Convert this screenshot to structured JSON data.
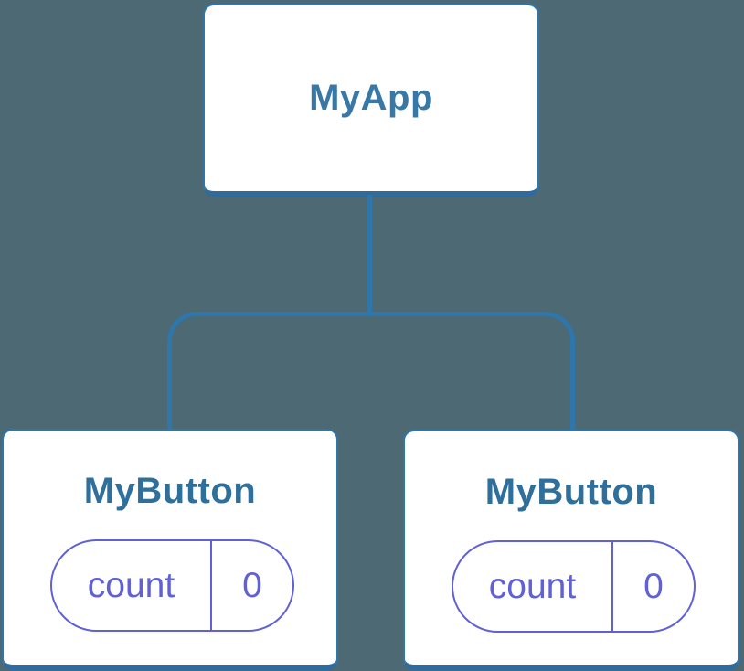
{
  "tree": {
    "root": {
      "label": "MyApp"
    },
    "children": [
      {
        "label": "MyButton",
        "state": {
          "key": "count",
          "value": "0"
        }
      },
      {
        "label": "MyButton",
        "state": {
          "key": "count",
          "value": "0"
        }
      }
    ]
  },
  "colors": {
    "background": "#4d6973",
    "connector-blue": "#2e76ab",
    "card-border-blue": "#2e76ab",
    "card-bottom-blue": "#2f6b9b",
    "card-white": "#ffffff",
    "root-label-blue": "#3878a6",
    "child-label-blue": "#2f6f9c",
    "state-purple": "#6161d6"
  }
}
